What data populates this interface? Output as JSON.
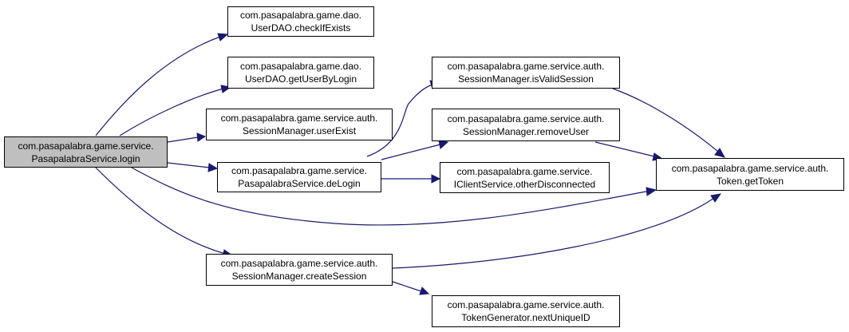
{
  "graph": {
    "nodes": {
      "login": {
        "line1": "com.pasapalabra.game.service.",
        "line2": "PasapalabraService.login"
      },
      "checkIfExists": {
        "line1": "com.pasapalabra.game.dao.",
        "line2": "UserDAO.checkIfExists"
      },
      "getUserByLogin": {
        "line1": "com.pasapalabra.game.dao.",
        "line2": "UserDAO.getUserByLogin"
      },
      "userExist": {
        "line1": "com.pasapalabra.game.service.auth.",
        "line2": "SessionManager.userExist"
      },
      "deLogin": {
        "line1": "com.pasapalabra.game.service.",
        "line2": "PasapalabraService.deLogin"
      },
      "createSession": {
        "line1": "com.pasapalabra.game.service.auth.",
        "line2": "SessionManager.createSession"
      },
      "isValidSession": {
        "line1": "com.pasapalabra.game.service.auth.",
        "line2": "SessionManager.isValidSession"
      },
      "removeUser": {
        "line1": "com.pasapalabra.game.service.auth.",
        "line2": "SessionManager.removeUser"
      },
      "otherDisconnected": {
        "line1": "com.pasapalabra.game.service.",
        "line2": "IClientService.otherDisconnected"
      },
      "nextUniqueID": {
        "line1": "com.pasapalabra.game.service.auth.",
        "line2": "TokenGenerator.nextUniqueID"
      },
      "getToken": {
        "line1": "com.pasapalabra.game.service.auth.",
        "line2": "Token.getToken"
      }
    },
    "edges": [
      {
        "from": "login",
        "to": "checkIfExists"
      },
      {
        "from": "login",
        "to": "getUserByLogin"
      },
      {
        "from": "login",
        "to": "userExist"
      },
      {
        "from": "login",
        "to": "deLogin"
      },
      {
        "from": "login",
        "to": "getToken"
      },
      {
        "from": "login",
        "to": "createSession"
      },
      {
        "from": "deLogin",
        "to": "isValidSession"
      },
      {
        "from": "deLogin",
        "to": "removeUser"
      },
      {
        "from": "deLogin",
        "to": "otherDisconnected"
      },
      {
        "from": "isValidSession",
        "to": "getToken"
      },
      {
        "from": "removeUser",
        "to": "getToken"
      },
      {
        "from": "createSession",
        "to": "getToken"
      },
      {
        "from": "createSession",
        "to": "nextUniqueID"
      }
    ]
  }
}
